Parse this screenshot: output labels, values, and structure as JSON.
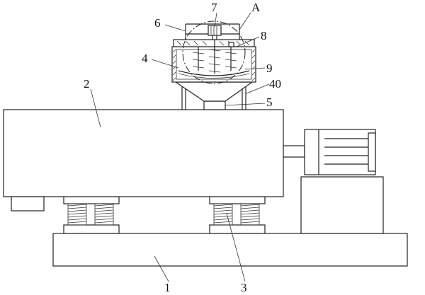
{
  "diagram": {
    "labels": {
      "l1": "1",
      "l2": "2",
      "l3": "3",
      "l4": "4",
      "l5": "5",
      "l6": "6",
      "l7": "7",
      "l8": "8",
      "l9": "9",
      "l40": "40",
      "lA": "A"
    }
  }
}
